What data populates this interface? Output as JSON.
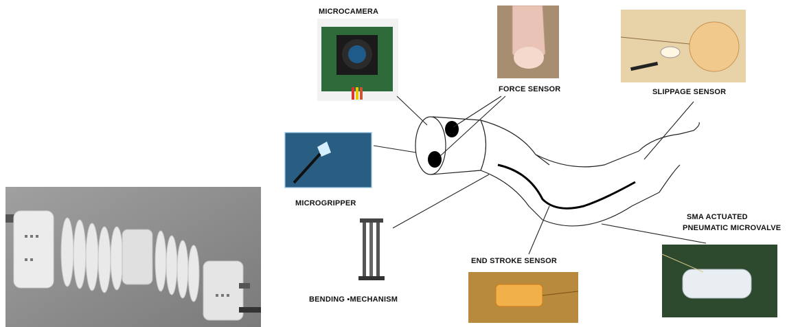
{
  "labels": {
    "microcamera": "MICROCAMERA",
    "force_sensor": "FORCE SENSOR",
    "slippage_sensor": "SLIPPAGE SENSOR",
    "microgripper": "MICROGRIPPER",
    "sma_line1": "SMA ACTUATED",
    "sma_line2": "PNEUMATIC MICROVALVE",
    "end_stroke_sensor": "END STROKE SENSOR",
    "bending_mechanism": "BENDING ▪MECHANISM"
  },
  "colors": {
    "photo_bg_gray": "#8f8f8f",
    "camera_board": "#2f6b3a",
    "force_photo_bg": "#a88e70",
    "slip_photo_bg": "#e8d2a8",
    "gripper_bg": "#2a5d82",
    "valve_bg": "#2d4a2e",
    "endstroke_bg": "#b78a3e"
  }
}
